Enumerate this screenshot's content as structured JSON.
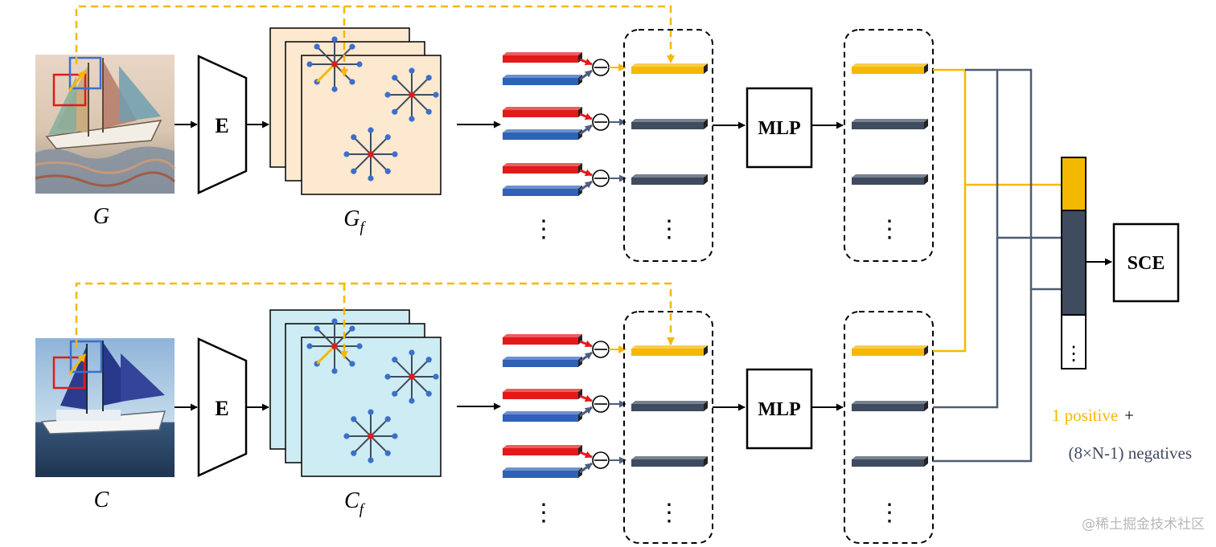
{
  "diagram": {
    "encoder_label": "E",
    "mlp_label": "MLP",
    "loss_label": "SCE",
    "generated_label": "G",
    "generated_feat_base": "G",
    "generated_feat_sub": "f",
    "content_label": "C",
    "content_feat_base": "C",
    "content_feat_sub": "f",
    "positive_text": "1 positive",
    "plus_text": "+",
    "negatives_text": "(8×N-1) negatives",
    "vertical_dots": "⋮"
  },
  "colors": {
    "yellow": "#f5b800",
    "slate": "#3f4b5e",
    "red": "#e21a1a",
    "blue": "#2f61b8",
    "feat_generated_bg": "#fde8d0",
    "feat_content_bg": "#cdecf3",
    "node_blue": "#3c6fcb",
    "arrow_slate": "#4e5d80"
  },
  "watermark": "@稀土掘金技术社区"
}
